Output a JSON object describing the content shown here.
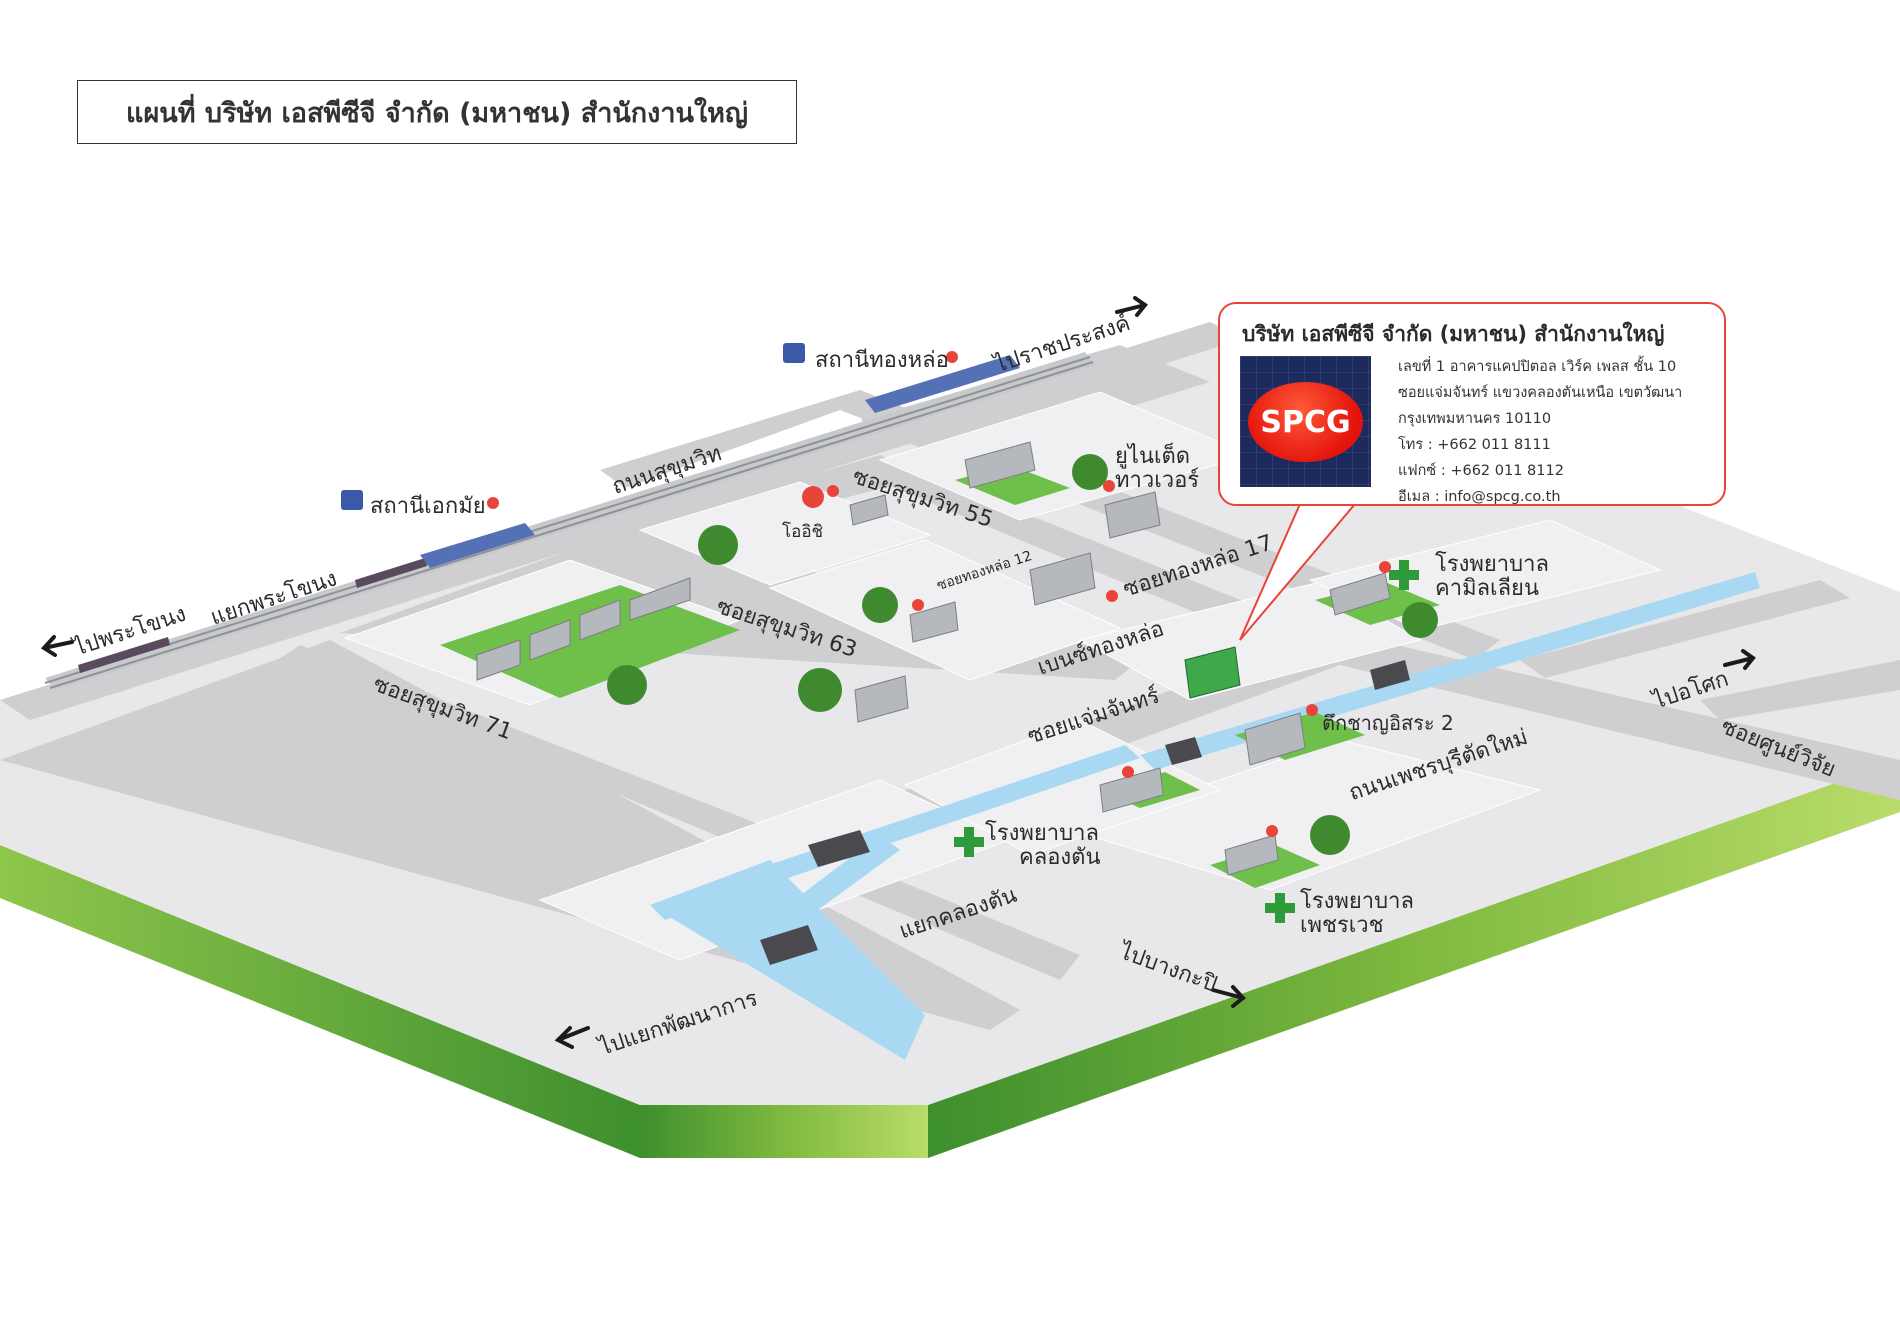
{
  "title": "แผนที่ บริษัท เอสพีซีจี จำกัด (มหาชน) สำนักงานใหญ่",
  "info_box": {
    "company": "บริษัท เอสพีซีจี จำกัด (มหาชน) สำนักงานใหญ่",
    "logo_text": "SPCG",
    "address_line1": "เลขที่ 1 อาคารแคปปิตอล เวิร์ค เพลส ชั้น 10",
    "address_line2": "ซอยแจ่มจันทร์ แขวงคลองตันเหนือ เขตวัฒนา",
    "address_line3": "กรุงเทพมหานคร 10110",
    "phone": "โทร : +662 011 8111",
    "fax": "แฟกซ์ : +662 011 8112",
    "email": "อีเมล : info@spcg.co.th"
  },
  "labels": {
    "to_ratchaprasong": "ไปราชประสงค์",
    "thonglor_station": "สถานีทองหล่อ",
    "ekkamai_station": "สถานีเอกมัย",
    "sukhumvit_road": "ถนนสุขุมวิท",
    "to_phra_khanong": "ไปพระโขนง",
    "phra_khanong_junction": "แยกพระโขนง",
    "soi_55": "ซอยสุขุมวิท 55",
    "soi_63": "ซอยสุขุมวิท 63",
    "soi_71": "ซอยสุขุมวิท 71",
    "soi_thonglor_17": "ซอยทองหล่อ 17",
    "soi_thonglor_12": "ซอยทองหล่อ 12",
    "soi_jamjan": "ซอยแจ่มจันทร์",
    "unique_tower_1": "ยูไนเต็ด",
    "unique_tower_2": "ทาวเวอร์",
    "oishi": "โออิชิ",
    "benz_thonglor": "เบนซ์ทองหล่อ",
    "camillian_1": "โรงพยาบาล",
    "camillian_2": "คามิลเลียน",
    "chan_issara": "ตึกชาญอิสระ 2",
    "to_asoke": "ไปอโศก",
    "soi_soonvijai": "ซอยศูนย์วิจัย",
    "phetchaburi_road": "ถนนเพชรบุรีตัดใหม่",
    "klongton_hosp_1": "โรงพยาบาล",
    "klongton_hosp_2": "คลองตัน",
    "phetchavej_1": "โรงพยาบาล",
    "phetchavej_2": "เพชรเวช",
    "klongton_junction": "แยกคลองตัน",
    "to_bangkapi": "ไปบางกะปิ",
    "to_pattanakarn": "ไปแยกพัฒนาการ"
  },
  "colors": {
    "ground": "#e8e8ea",
    "road": "#cfcfd2",
    "canal": "#a9d8f2",
    "grass": "#6fbf4b",
    "base_side_left": "#4d9a34",
    "base_side_right": "#a6d055",
    "accent_red": "#e8443a",
    "cross_green": "#2e9a3a"
  }
}
